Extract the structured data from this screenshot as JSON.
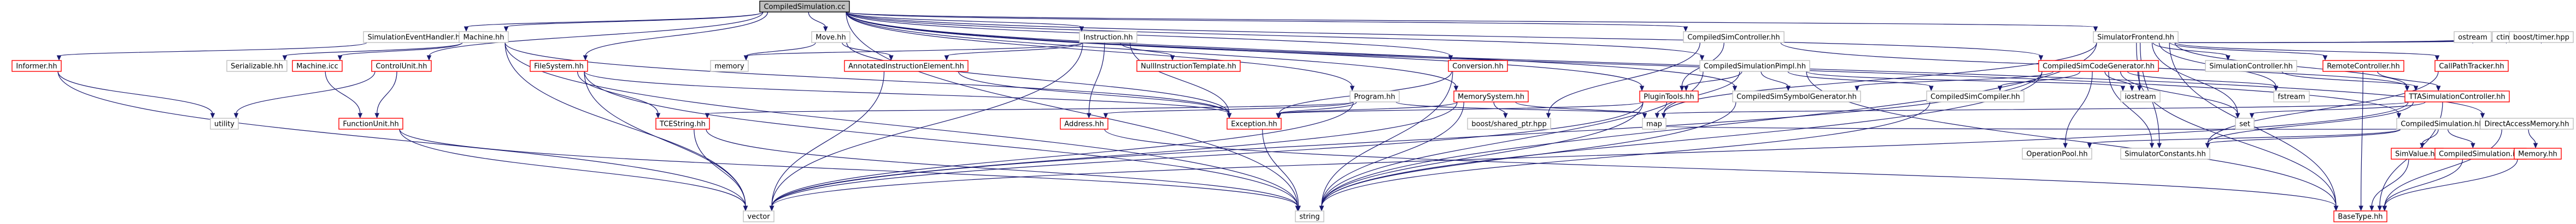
{
  "root": "CompiledSimulation.cc",
  "nodes": [
    {
      "id": "root",
      "label": "CompiledSimulation.cc",
      "root": true
    },
    {
      "id": "seh",
      "label": "SimulationEventHandler.hh"
    },
    {
      "id": "machine",
      "label": "Machine.hh"
    },
    {
      "id": "controlunit",
      "label": "ControlUnit.hh",
      "red": true
    },
    {
      "id": "filesystem",
      "label": "FileSystem.hh",
      "red": true
    },
    {
      "id": "move",
      "label": "Move.hh"
    },
    {
      "id": "instruction",
      "label": "Instruction.hh"
    },
    {
      "id": "program",
      "label": "Program.hh"
    },
    {
      "id": "memsys",
      "label": "MemorySystem.hh",
      "red": true
    },
    {
      "id": "conversion",
      "label": "Conversion.hh",
      "red": true
    },
    {
      "id": "simctrl",
      "label": "CompiledSimController.hh"
    },
    {
      "id": "simimpl",
      "label": "CompiledSimulationPimpl.hh"
    },
    {
      "id": "codegen",
      "label": "CompiledSimCodeGenerator.hh",
      "red": true
    },
    {
      "id": "frontend",
      "label": "SimulatorFrontend.hh"
    },
    {
      "id": "informer",
      "label": "Informer.hh",
      "red": true
    },
    {
      "id": "serializable",
      "label": "Serializable.hh"
    },
    {
      "id": "machinecc",
      "label": "Machine.icc",
      "red": true
    },
    {
      "id": "memory",
      "label": "memory"
    },
    {
      "id": "annotated",
      "label": "AnnotatedInstructionElement.hh",
      "red": true
    },
    {
      "id": "nullinstr",
      "label": "NullInstructionTemplate.hh",
      "red": true
    },
    {
      "id": "plugintools",
      "label": "PluginTools.hh",
      "red": true
    },
    {
      "id": "symgen",
      "label": "CompiledSimSymbolGenerator.hh"
    },
    {
      "id": "compiler",
      "label": "CompiledSimCompiler.hh"
    },
    {
      "id": "iostream",
      "label": "iostream"
    },
    {
      "id": "fstream",
      "label": "fstream"
    },
    {
      "id": "simcontroller",
      "label": "SimulationController.hh"
    },
    {
      "id": "remote",
      "label": "RemoteController.hh",
      "red": true
    },
    {
      "id": "callpath",
      "label": "CallPathTracker.hh",
      "red": true
    },
    {
      "id": "ostream",
      "label": "ostream"
    },
    {
      "id": "ctime",
      "label": "ctime"
    },
    {
      "id": "boosttimer",
      "label": "boost/timer.hpp"
    },
    {
      "id": "compiledsimhh",
      "label": "CompiledSimulation.hh"
    },
    {
      "id": "direct",
      "label": "DirectAccessMemory.hh"
    },
    {
      "id": "utility",
      "label": "utility"
    },
    {
      "id": "funcunit",
      "label": "FunctionUnit.hh",
      "red": true
    },
    {
      "id": "tcestring",
      "label": "TCEString.hh",
      "red": true
    },
    {
      "id": "exception",
      "label": "Exception.hh",
      "red": true
    },
    {
      "id": "address",
      "label": "Address.hh",
      "red": true
    },
    {
      "id": "sharedptr",
      "label": "boost/shared_ptr.hpp"
    },
    {
      "id": "map",
      "label": "map"
    },
    {
      "id": "tta",
      "label": "TTASimulationController.hh",
      "red": true
    },
    {
      "id": "set",
      "label": "set"
    },
    {
      "id": "oppool",
      "label": "OperationPool.hh"
    },
    {
      "id": "simconst",
      "label": "SimulatorConstants.hh"
    },
    {
      "id": "simvalue",
      "label": "SimValue.hh",
      "red": true
    },
    {
      "id": "compiledsimicc",
      "label": "CompiledSimulation.icc",
      "red": true
    },
    {
      "id": "memoryhh",
      "label": "Memory.hh",
      "red": true
    },
    {
      "id": "vector",
      "label": "vector"
    },
    {
      "id": "string",
      "label": "string"
    },
    {
      "id": "basetype",
      "label": "BaseType.hh",
      "red": true
    }
  ],
  "edges": [
    [
      "root",
      "seh"
    ],
    [
      "root",
      "machine"
    ],
    [
      "root",
      "controlunit"
    ],
    [
      "root",
      "filesystem"
    ],
    [
      "root",
      "move"
    ],
    [
      "root",
      "instruction"
    ],
    [
      "root",
      "program"
    ],
    [
      "root",
      "memsys"
    ],
    [
      "root",
      "conversion"
    ],
    [
      "root",
      "simctrl"
    ],
    [
      "root",
      "simimpl"
    ],
    [
      "root",
      "codegen"
    ],
    [
      "root",
      "frontend"
    ],
    [
      "root",
      "direct"
    ],
    [
      "root",
      "string"
    ],
    [
      "root",
      "plugintools"
    ],
    [
      "root",
      "symgen"
    ],
    [
      "root",
      "compiledsimhh"
    ],
    [
      "seh",
      "informer"
    ],
    [
      "machine",
      "serializable"
    ],
    [
      "machine",
      "machinecc"
    ],
    [
      "machine",
      "exception"
    ],
    [
      "machine",
      "string"
    ],
    [
      "machine",
      "vector"
    ],
    [
      "controlunit",
      "funcunit"
    ],
    [
      "controlunit",
      "utility"
    ],
    [
      "filesystem",
      "tcestring"
    ],
    [
      "filesystem",
      "exception"
    ],
    [
      "filesystem",
      "string"
    ],
    [
      "filesystem",
      "vector"
    ],
    [
      "move",
      "memory"
    ],
    [
      "move",
      "annotated"
    ],
    [
      "move",
      "exception"
    ],
    [
      "instruction",
      "memory"
    ],
    [
      "instruction",
      "annotated"
    ],
    [
      "instruction",
      "nullinstr"
    ],
    [
      "instruction",
      "exception"
    ],
    [
      "instruction",
      "address"
    ],
    [
      "instruction",
      "vector"
    ],
    [
      "program",
      "tcestring"
    ],
    [
      "program",
      "exception"
    ],
    [
      "program",
      "address"
    ],
    [
      "program",
      "map"
    ],
    [
      "program",
      "vector"
    ],
    [
      "memsys",
      "exception"
    ],
    [
      "memsys",
      "sharedptr"
    ],
    [
      "memsys",
      "map"
    ],
    [
      "memsys",
      "string"
    ],
    [
      "memsys",
      "vector"
    ],
    [
      "conversion",
      "exception"
    ],
    [
      "conversion",
      "string"
    ],
    [
      "simctrl",
      "tta"
    ],
    [
      "simctrl",
      "plugintools"
    ],
    [
      "simctrl",
      "sharedptr"
    ],
    [
      "simimpl",
      "plugintools"
    ],
    [
      "simimpl",
      "symgen"
    ],
    [
      "simimpl",
      "compiler"
    ],
    [
      "simimpl",
      "iostream"
    ],
    [
      "simimpl",
      "map"
    ],
    [
      "simimpl",
      "string"
    ],
    [
      "simimpl",
      "basetype"
    ],
    [
      "codegen",
      "symgen"
    ],
    [
      "codegen",
      "compiler"
    ],
    [
      "codegen",
      "iostream"
    ],
    [
      "codegen",
      "fstream"
    ],
    [
      "codegen",
      "set"
    ],
    [
      "codegen",
      "oppool"
    ],
    [
      "codegen",
      "simconst"
    ],
    [
      "codegen",
      "string"
    ],
    [
      "codegen",
      "vector"
    ],
    [
      "codegen",
      "basetype"
    ],
    [
      "frontend",
      "simcontroller"
    ],
    [
      "frontend",
      "remote"
    ],
    [
      "frontend",
      "callpath"
    ],
    [
      "frontend",
      "ostream"
    ],
    [
      "frontend",
      "ctime"
    ],
    [
      "frontend",
      "boosttimer"
    ],
    [
      "frontend",
      "iostream"
    ],
    [
      "frontend",
      "fstream"
    ],
    [
      "frontend",
      "set"
    ],
    [
      "frontend",
      "simconst"
    ],
    [
      "frontend",
      "string"
    ],
    [
      "frontend",
      "basetype"
    ],
    [
      "frontend",
      "tta"
    ],
    [
      "frontend",
      "map"
    ],
    [
      "informer",
      "utility"
    ],
    [
      "informer",
      "vector"
    ],
    [
      "machinecc",
      "funcunit"
    ],
    [
      "funcunit",
      "string"
    ],
    [
      "funcunit",
      "vector"
    ],
    [
      "tcestring",
      "string"
    ],
    [
      "tcestring",
      "vector"
    ],
    [
      "exception",
      "string"
    ],
    [
      "annotated",
      "exception"
    ],
    [
      "annotated",
      "vector"
    ],
    [
      "plugintools",
      "exception"
    ],
    [
      "plugintools",
      "map"
    ],
    [
      "plugintools",
      "string"
    ],
    [
      "plugintools",
      "vector"
    ],
    [
      "symgen",
      "string"
    ],
    [
      "compiler",
      "string"
    ],
    [
      "simcontroller",
      "tta"
    ],
    [
      "remote",
      "tta"
    ],
    [
      "remote",
      "basetype"
    ],
    [
      "callpath",
      "simconst"
    ],
    [
      "tta",
      "set"
    ],
    [
      "tta",
      "map"
    ],
    [
      "tta",
      "simconst"
    ],
    [
      "tta",
      "vector"
    ],
    [
      "tta",
      "basetype"
    ],
    [
      "compiledsimhh",
      "simvalue"
    ],
    [
      "compiledsimhh",
      "compiledsimicc"
    ],
    [
      "compiledsimhh",
      "map"
    ],
    [
      "compiledsimhh",
      "oppool"
    ],
    [
      "compiledsimhh",
      "simconst"
    ],
    [
      "direct",
      "memoryhh"
    ],
    [
      "direct",
      "basetype"
    ],
    [
      "memoryhh",
      "basetype"
    ],
    [
      "simvalue",
      "basetype"
    ],
    [
      "compiledsimicc",
      "basetype"
    ],
    [
      "address",
      "basetype"
    ]
  ]
}
